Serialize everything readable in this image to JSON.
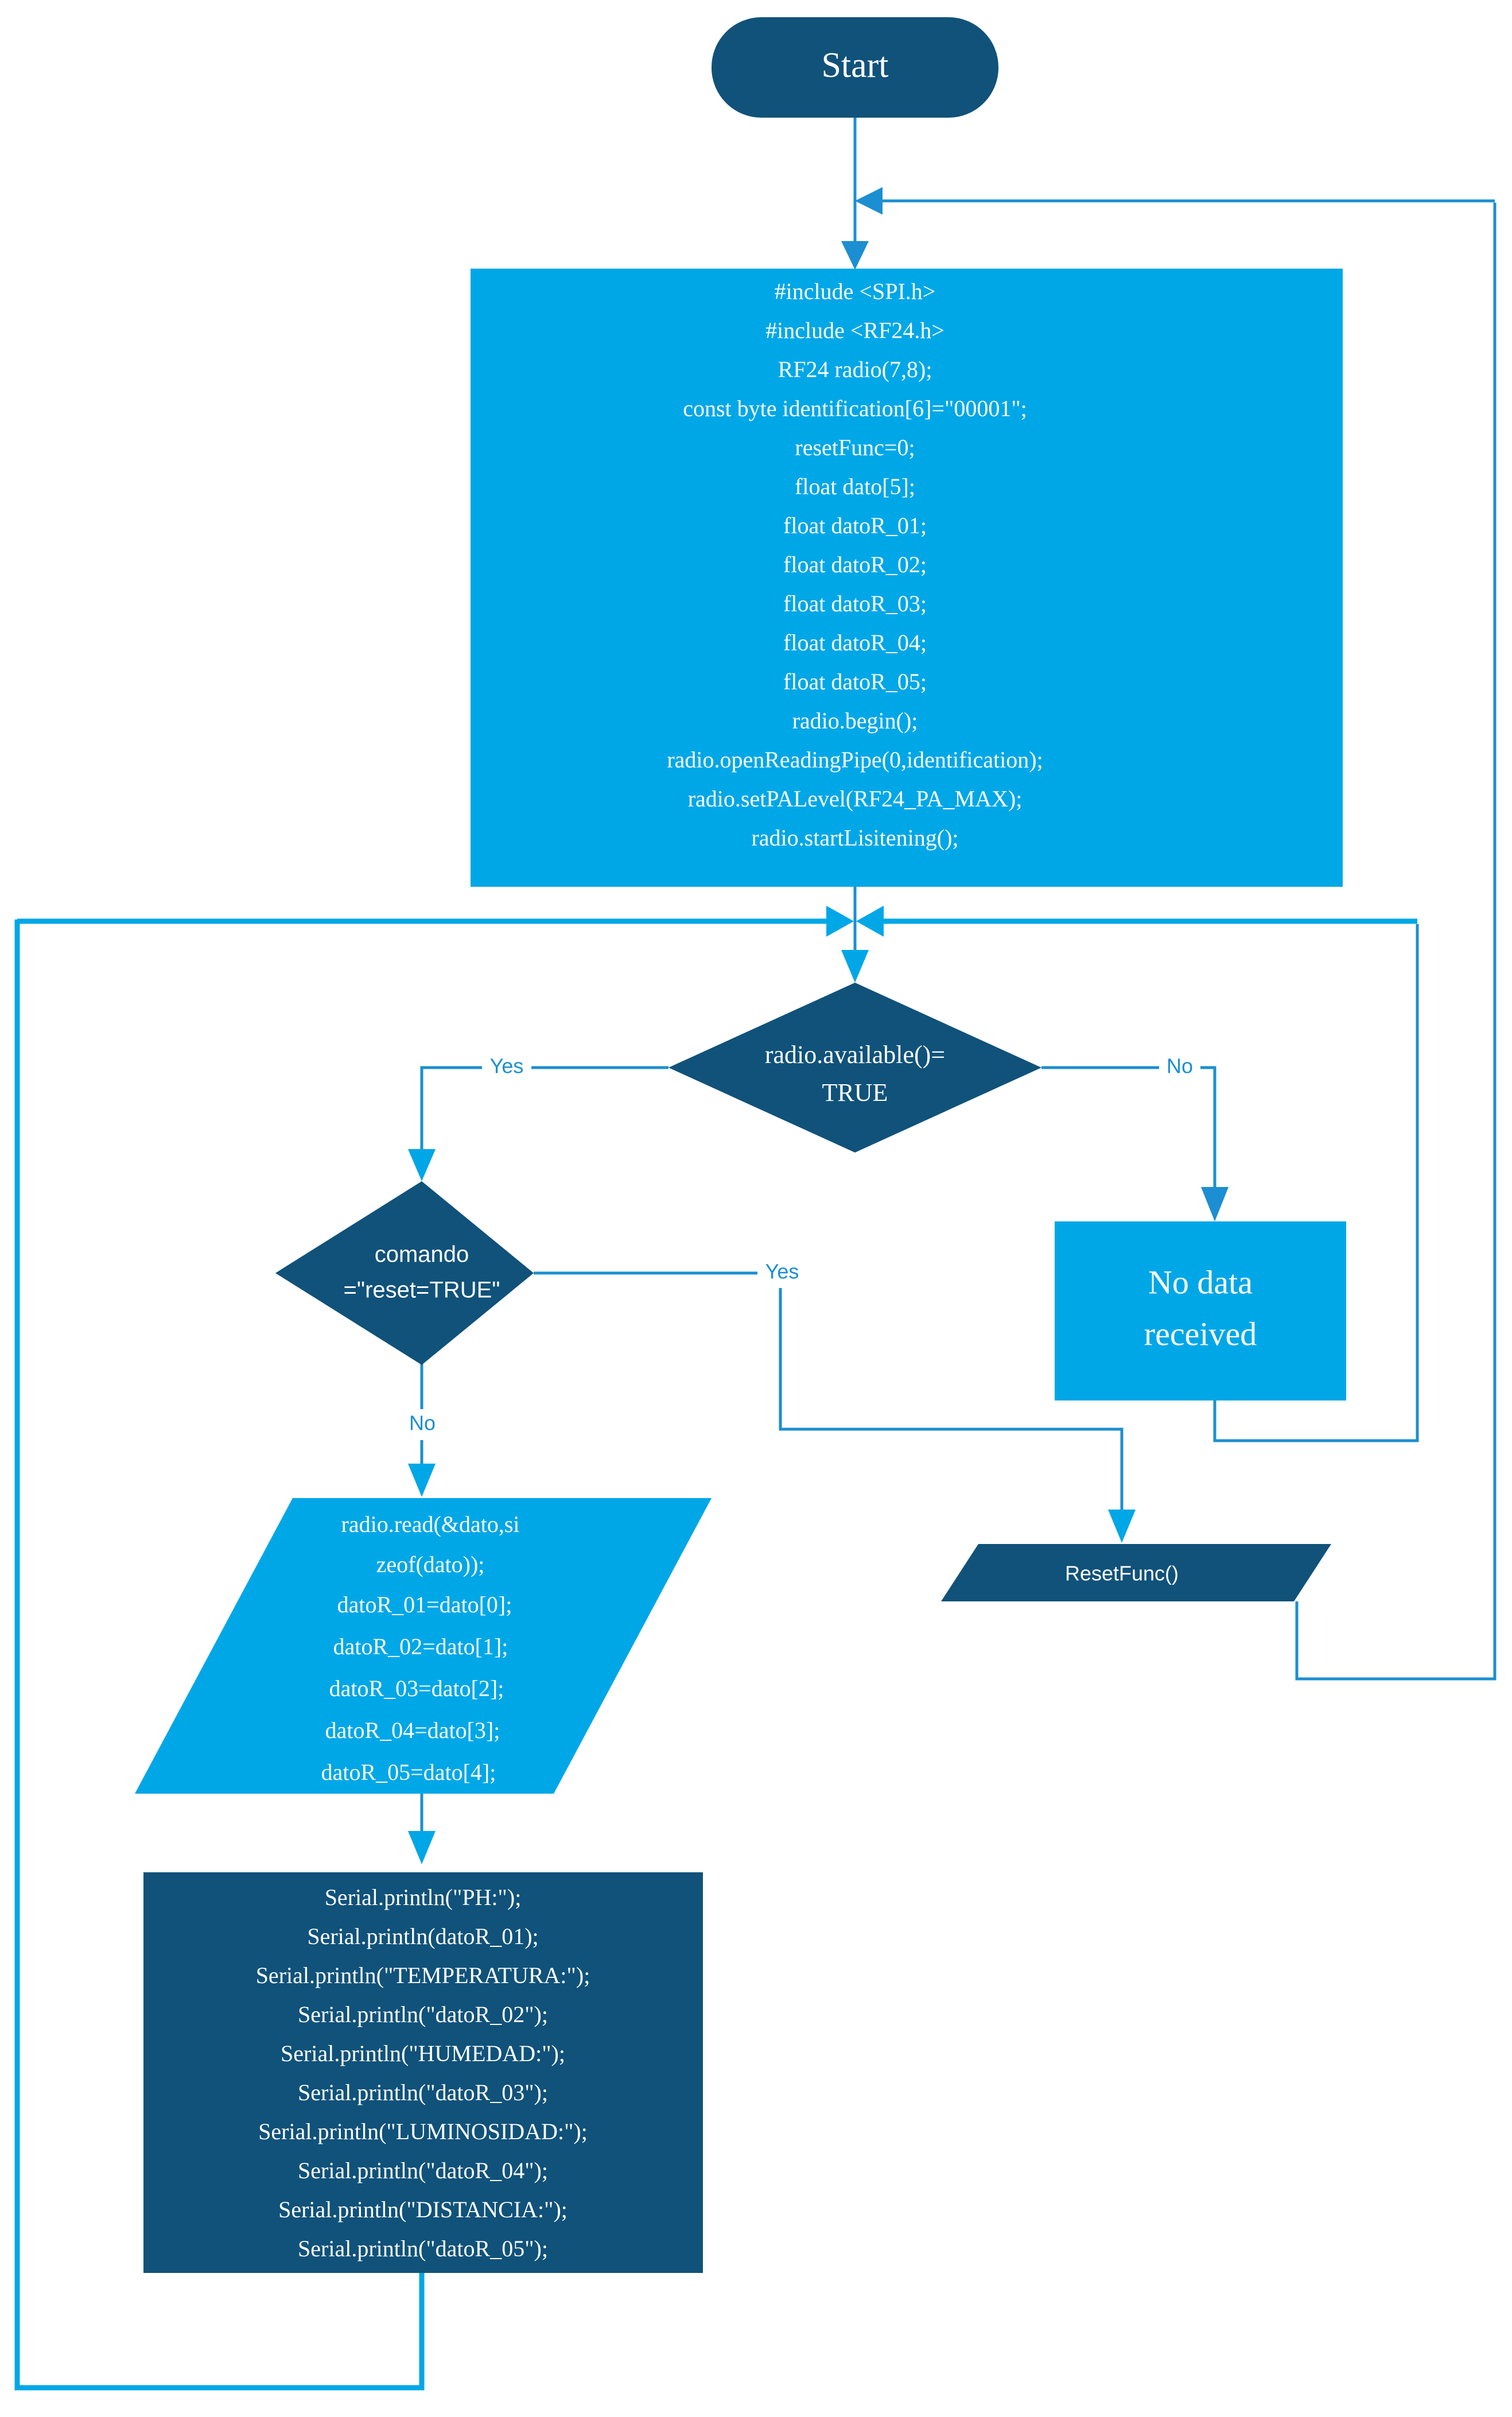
{
  "diagram": {
    "title": "Arduino RF24 receiver flowchart",
    "colors": {
      "dark_navy": "#10527a",
      "cyan": "#00a7e7",
      "connector_blue": "#1b8fd1",
      "background": "#ffffff",
      "node_text": "#ffffff"
    }
  },
  "nodes": {
    "start": {
      "shape": "terminator",
      "label": "Start"
    },
    "setup": {
      "shape": "process",
      "lines": [
        "#include <SPI.h>",
        "#include <RF24.h>",
        "RF24 radio(7,8);",
        "const byte identification[6]=\"00001\";",
        "resetFunc=0;",
        "float dato[5];",
        "float datoR_01;",
        "float datoR_02;",
        "float datoR_03;",
        "float datoR_04;",
        "float datoR_05;",
        "radio.begin();",
        "radio.openReadingPipe(0,identification);",
        "radio.setPALevel(RF24_PA_MAX);",
        "radio.startLisitening();"
      ]
    },
    "decision_available": {
      "shape": "decision",
      "lines": [
        "radio.available()=",
        "TRUE"
      ]
    },
    "decision_comando": {
      "shape": "decision",
      "lines": [
        "comando",
        "=\"reset=TRUE\""
      ]
    },
    "no_data": {
      "shape": "process",
      "lines": [
        "No data",
        "received"
      ]
    },
    "reset_func": {
      "shape": "data",
      "lines": [
        "ResetFunc()"
      ]
    },
    "radio_read": {
      "shape": "data",
      "lines": [
        "radio.read(&dato,si",
        "zeof(dato));",
        "datoR_01=dato[0];",
        "datoR_02=dato[1];",
        "datoR_03=dato[2];",
        "datoR_04=dato[3];",
        "datoR_05=dato[4];"
      ]
    },
    "serial_output": {
      "shape": "process",
      "lines": [
        "Serial.println(\"PH:\");",
        "Serial.println(datoR_01);",
        "Serial.println(\"TEMPERATURA:\");",
        "Serial.println(\"datoR_02\");",
        "Serial.println(\"HUMEDAD:\");",
        "Serial.println(\"datoR_03\");",
        "Serial.println(\"LUMINOSIDAD:\");",
        "Serial.println(\"datoR_04\");",
        "Serial.println(\"DISTANCIA:\");",
        "Serial.println(\"datoR_05\");"
      ]
    }
  },
  "edges": {
    "available_yes": "Yes",
    "available_no": "No",
    "comando_yes": "Yes",
    "comando_no": "No"
  }
}
